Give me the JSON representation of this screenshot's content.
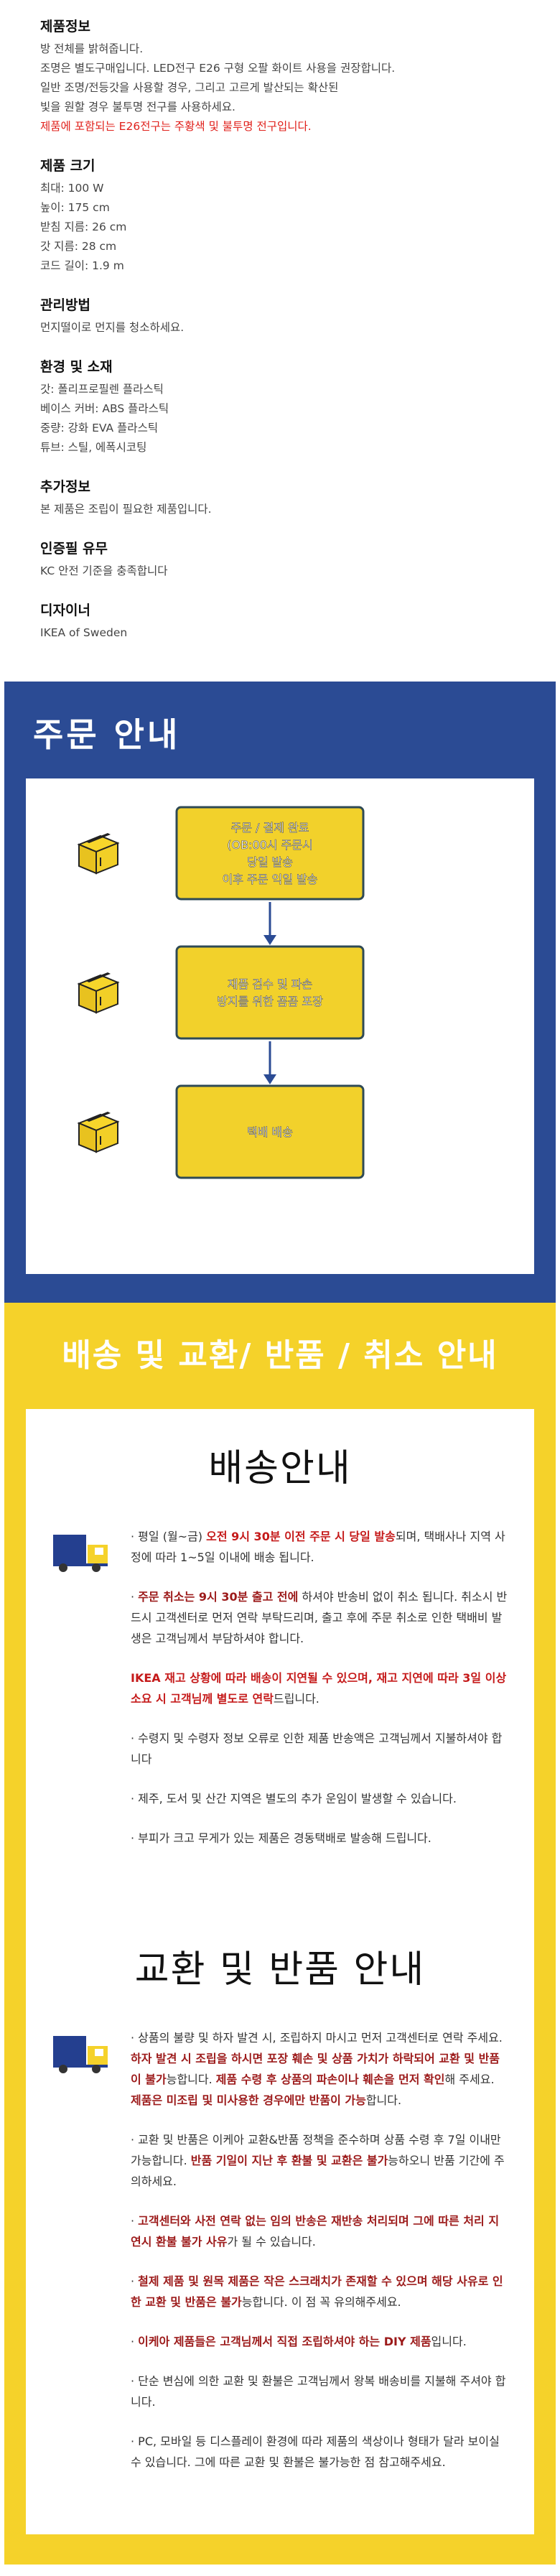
{
  "product_info": [
    {
      "title": "제품정보",
      "lines": [
        "방 전체를 밝혀줍니다.",
        "조명은 별도구매입니다. LED전구 E26 구형 오팔 화이트 사용을 권장합니다.",
        "일반 조명/전등갓을 사용할 경우, 그리고 고르게 발산되는 확산된",
        "빛을 원할 경우 불투명 전구를 사용하세요."
      ],
      "note": "제품에 포함되는 E26전구는 주황색 및 불투명 전구입니다."
    },
    {
      "title": "제품 크기",
      "lines": [
        "최대: 100 W",
        "높이: 175 cm",
        "받침 지름: 26 cm",
        "갓 지름: 28 cm",
        "코드 길이: 1.9 m"
      ]
    },
    {
      "title": "관리방법",
      "lines": [
        "먼지떨이로 먼지를 청소하세요."
      ]
    },
    {
      "title": "환경 및 소재",
      "lines": [
        "갓: 폴리프로필렌 플라스틱",
        "베이스 커버: ABS 플라스틱",
        "중량: 강화 EVA 플라스틱",
        "튜브: 스틸, 에폭시코팅"
      ]
    },
    {
      "title": "추가정보",
      "lines": [
        "본 제품은 조립이 필요한 제품입니다."
      ]
    },
    {
      "title": "인증필 유무",
      "lines": [
        "KC 안전 기준을 충족합니다"
      ]
    },
    {
      "title": "디자이너",
      "lines": [
        "IKEA of Sweden"
      ]
    }
  ],
  "order_guide": {
    "title": "주문 안내",
    "steps": [
      {
        "lines": [
          "주문 / 결제 완료",
          "(OB:00시 주문시",
          "당일 발송",
          "이후 주문 익일 발송"
        ]
      },
      {
        "lines": [
          "재품 검수 및 파손",
          "방지를 위한 꼼꼼 포장"
        ]
      },
      {
        "lines": [
          "택배 배송"
        ]
      }
    ]
  },
  "shipping": {
    "banner_title": "배송 및 교환/ 반품 / 취소 안내",
    "delivery_heading": "배송안내",
    "delivery_items": [
      [
        {
          "t": "· 평일 (월~금) "
        },
        {
          "t": "오전 9시 30분 이전 주문 시 당일 발송",
          "c": "red"
        },
        {
          "t": "되며, 택배사나 지역 사정에 따라 1~5일 이내에 배송 됩니다."
        }
      ],
      [
        {
          "t": "· "
        },
        {
          "t": "주문 취소는 9시 30분 출고 전에",
          "c": "dred"
        },
        {
          "t": " 하셔야 반송비 없이 취소 됩니다. 취소시 반드시 고객센터로 먼저 연락 부탁드리며, 출고 후에 주문 취소로 인한 택배비 발생은 고객님께서 부담하셔야 합니다."
        }
      ],
      [
        {
          "t": " IKEA 재고 상황에 따라 배송이 지연될 수 있으며, 재고 지연에 따라 3일 이상 소요 시 고객님께 별도로 연락",
          "c": "red"
        },
        {
          "t": "드립니다."
        }
      ],
      [
        {
          "t": "· 수령지 및 수령자 정보 오류로 인한 제품 반송액은 고객님께서 지불하셔야 합니다"
        }
      ],
      [
        {
          "t": "· 제주, 도서 및 산간 지역은 별도의 추가 운임이 발생할 수 있습니다."
        }
      ],
      [
        {
          "t": "· 부피가 크고 무게가 있는 제품은 경동택배로 발송해 드립니다."
        }
      ]
    ],
    "return_heading": "교환 및 반품 안내",
    "return_items": [
      [
        {
          "t": "· 상품의 불량 및 하자 발견 시, 조립하지 마시고 먼저 고객센터로 연락 주세요. "
        },
        {
          "t": "하자 발견 시 조립을 하시면 포장 훼손 및 상품 가치가 하락되어 교환 및 반품이 불가",
          "c": "dred"
        },
        {
          "t": "능합니다. "
        },
        {
          "t": "제품 수령 후 상품의 파손이나 훼손을 먼저 확인",
          "c": "dred"
        },
        {
          "t": "해 주세요. "
        },
        {
          "t": "제품은 미조립 및 미사용한 경우에만 반품이 가능",
          "c": "dred"
        },
        {
          "t": "합니다."
        }
      ],
      [
        {
          "t": "· 교환 및 반품은 이케아 교환&반품 정책을 준수하며 상품 수령 후 7일 이내만 가능합니다. "
        },
        {
          "t": "반품 기일이 지난 후 환불 및 교환은 불가",
          "c": "dred"
        },
        {
          "t": "능하오니 반품 기간에 주의하세요."
        }
      ],
      [
        {
          "t": "· "
        },
        {
          "t": "고객센터와 사전 연락 없는 임의 반송은 재반송 처리되며 그에 따른 처리 지연시 환불 불가 사유",
          "c": "dred"
        },
        {
          "t": "가 될 수 있습니다."
        }
      ],
      [
        {
          "t": "· "
        },
        {
          "t": "철제 제품 및 원목 제품은 작은 스크래치가 존재할 수 있으며 해당 사유로 인한 교환 및 반품은 불가",
          "c": "dred"
        },
        {
          "t": "능합니다. 이 점 꼭 유의해주세요."
        }
      ],
      [
        {
          "t": "· "
        },
        {
          "t": "이케아 제품들은 고객님께서 직접 조립하셔야 하는 DIY 제품",
          "c": "dred"
        },
        {
          "t": "입니다."
        }
      ],
      [
        {
          "t": "· 단순 변심에 의한 교환 및 환불은 고객님께서 왕복 배송비를 지불해 주셔야 합니다."
        }
      ],
      [
        {
          "t": "· PC, 모바일 등 디스플레이 환경에 따라 제품의 색상이나 형태가 달라 보이실 수 있습니다. 그에 따른 교환 및 환불은 불가능한 점 참고해주세요."
        }
      ]
    ]
  },
  "colors": {
    "order_blue": "#2b4b94",
    "ship_yellow": "#f5d22a",
    "step_fill": "#f2d12b",
    "warning_red": "#e0201b"
  }
}
